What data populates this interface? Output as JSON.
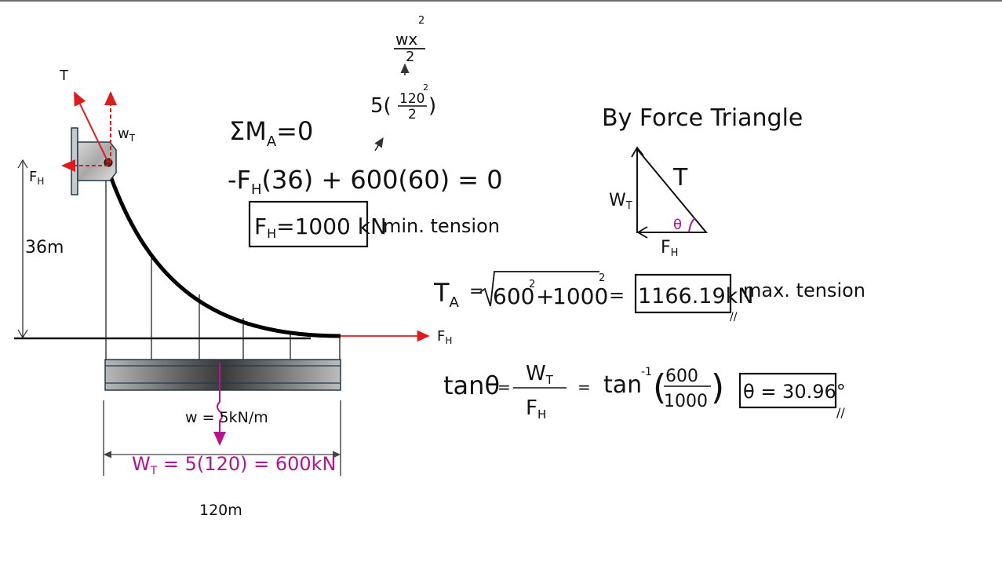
{
  "colors": {
    "ink": "#111111",
    "red": "#e01b1b",
    "magenta": "#b4158f",
    "beam_dark": "#4a4a4a",
    "beam_light": "#b0b0b0",
    "beam_edge": "#1f3b4d"
  },
  "diagram": {
    "label_T": "T",
    "label_WT_main": "w",
    "label_WT_sub": "T",
    "label_FH_left_main": "F",
    "label_FH_left_sub": "H",
    "label_FH_right_main": "F",
    "label_FH_right_sub": "H",
    "label_height": "36m",
    "label_load": "w = 5kN/m",
    "label_span": "120m",
    "wt_calc_main": "W",
    "wt_calc_sub": "T",
    "wt_calc_rest": " = 5(120) = 600kN"
  },
  "equations": {
    "moment_top_numer": "wx",
    "moment_top_exp": "2",
    "moment_top_denom": "2",
    "moment_sub_prefix": "5(",
    "moment_sub_numer": "120",
    "moment_sub_exp": "2",
    "moment_sub_denom": "2",
    "moment_sub_suffix": ")",
    "sum_moment": "ΣM",
    "sum_moment_sub": "A",
    "sum_moment_rest": "=0",
    "moment_eq": "-F",
    "moment_eq_sub": "H",
    "moment_eq_rest": "(36) + 600(60) = 0",
    "fh_result": "F",
    "fh_result_sub": "H",
    "fh_result_rest": "=1000 kN",
    "min_tension": "min. tension"
  },
  "force_triangle": {
    "title": "By Force Triangle",
    "label_T": "T",
    "label_WT": "W",
    "label_WT_sub": "T",
    "label_FH": "F",
    "label_FH_sub": "H",
    "label_theta": "θ"
  },
  "tension": {
    "prefix": "T",
    "prefix_sub": "A",
    "equals": "=",
    "radicand_a": "600",
    "radicand_a_exp": "2",
    "plus": "+",
    "radicand_b": "1000",
    "radicand_b_exp": "2",
    "equals2": "=",
    "result": "1166.19kN",
    "max_tension": "max. tension",
    "mark": "//"
  },
  "angle": {
    "lhs": "tanθ",
    "equals": "=",
    "frac_num": "W",
    "frac_num_sub": "T",
    "frac_den": "F",
    "frac_den_sub": "H",
    "equals2": "=",
    "tan_inv": "tan",
    "tan_inv_exp": "-1",
    "paren_num": "600",
    "paren_den": "1000",
    "result": "θ = 30.96°",
    "mark": "//"
  }
}
